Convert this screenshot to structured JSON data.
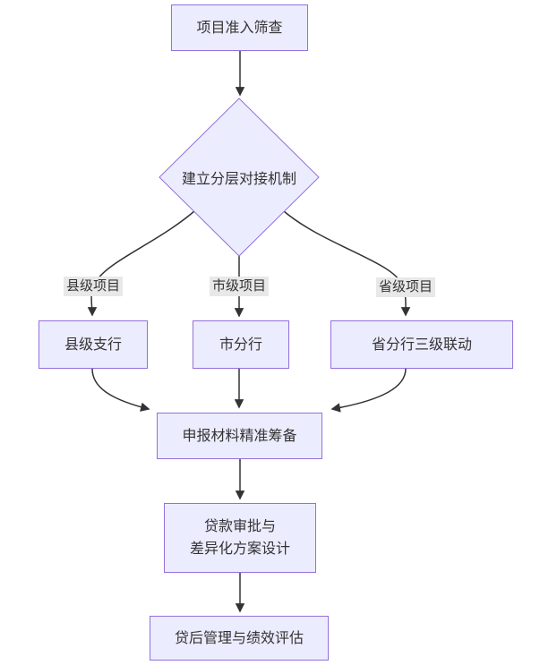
{
  "colors": {
    "background": "#ffffff",
    "node_fill": "#ececff",
    "node_border": "#9370db",
    "text": "#333333",
    "edge": "#333333",
    "edge_label_bg": "#e8e8e8"
  },
  "flowchart": {
    "nodes": {
      "screening": "项目准入筛查",
      "mechanism": "建立分层对接机制",
      "county_branch": "县级支行",
      "city_branch": "市分行",
      "province_branch": "省分行三级联动",
      "materials": "申报材料精准筹备",
      "approval": {
        "line1": "贷款审批与",
        "line2": "差异化方案设计"
      },
      "post_loan": "贷后管理与绩效评估"
    },
    "edge_labels": {
      "county": "县级项目",
      "city": "市级项目",
      "province": "省级项目"
    }
  }
}
